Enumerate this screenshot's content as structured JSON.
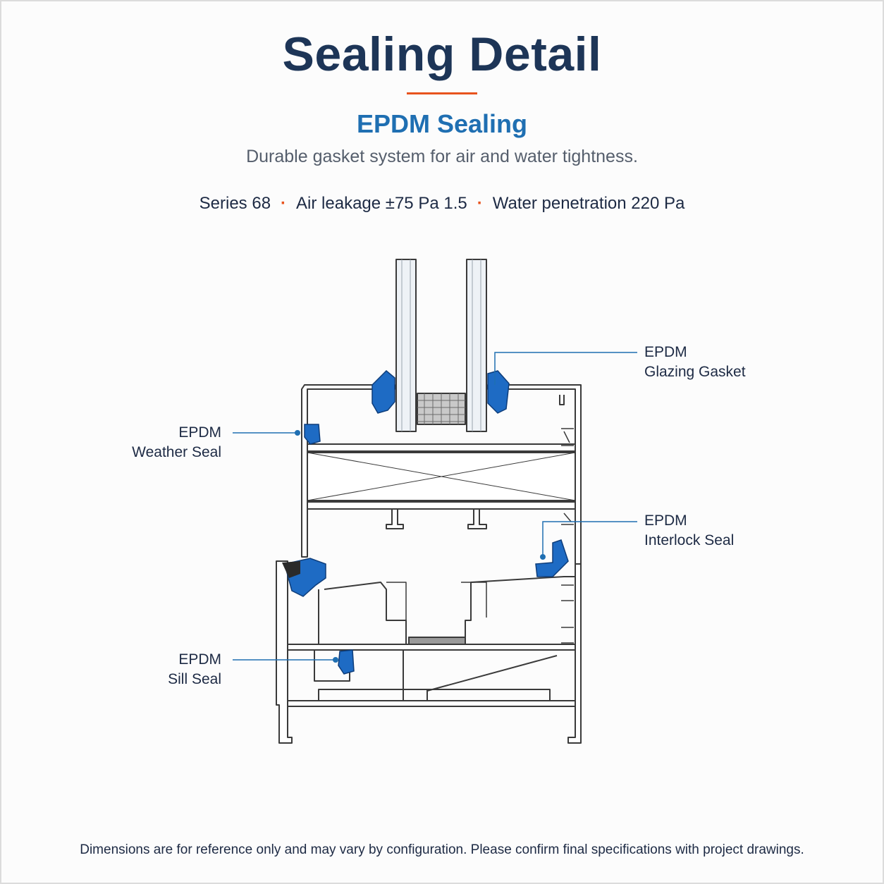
{
  "header": {
    "title": "Sealing Detail",
    "subtitle": "EPDM Sealing",
    "tagline": "Durable gasket system for air and water tightness."
  },
  "specs": [
    "Series 68",
    "Air leakage ±75 Pa 1.5",
    "Water penetration 220 Pa"
  ],
  "callouts": {
    "glazing_gasket": {
      "line1": "EPDM",
      "line2": "Glazing Gasket"
    },
    "weather_seal": {
      "line1": "EPDM",
      "line2": "Weather Seal"
    },
    "interlock_seal": {
      "line1": "EPDM",
      "line2": "Interlock Seal"
    },
    "sill_seal": {
      "line1": "EPDM",
      "line2": "Sill Seal"
    }
  },
  "footnote": "Dimensions are for reference only and may vary by configuration. Please confirm final specifications with project drawings.",
  "colors": {
    "title": "#1d3557",
    "accent_orange": "#e8531d",
    "accent_blue": "#1f6fb2",
    "gasket_blue": "#1e6bc4",
    "profile_stroke": "#3a3a3a"
  }
}
